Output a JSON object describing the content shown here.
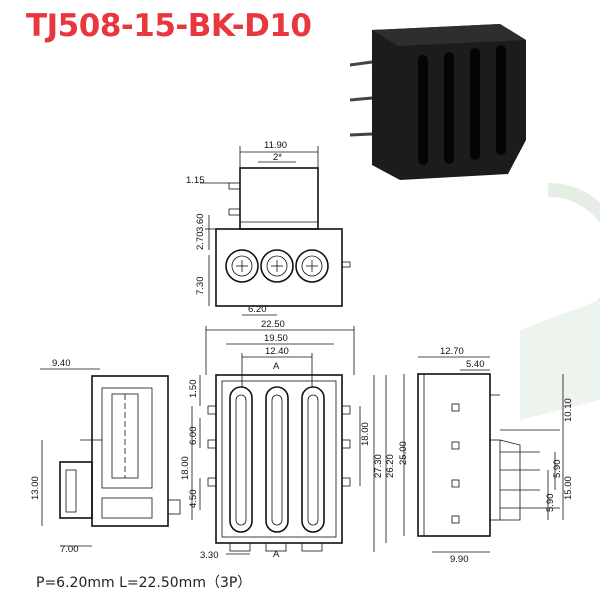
{
  "title": "TJ508-15-BK-D10",
  "footer": "P=6.20mm  L=22.50mm（3P）",
  "colors": {
    "title": "#e8373f",
    "body": "#1c1c1c",
    "watermark": "#cfe0cf"
  },
  "dims": {
    "top_w": "11.90",
    "top_pin": "2*",
    "top_115": "1.15",
    "top_360": "3.60",
    "top_270": "2.70",
    "top_730": "7.30",
    "top_620": "6.20",
    "front_2250": "22.50",
    "front_1950": "19.50",
    "front_1240": "12.40",
    "front_a1": "A",
    "front_a2": "A",
    "front_150": "1.50",
    "front_600": "6.00",
    "front_1800l": "18.00",
    "front_450": "4.50",
    "front_330": "3.30",
    "front_1800r": "18.00",
    "front_2730": "27.30",
    "front_2620": "26.20",
    "side_1270": "12.70",
    "side_540": "5.40",
    "side_2500": "25.00",
    "side_1010": "10.10",
    "side_590a": "5.90",
    "side_590b": "5.90",
    "side_1500": "15.00",
    "side_990": "9.90",
    "sec_940": "9.40",
    "sec_1300": "13.00",
    "sec_700": "7.00"
  }
}
